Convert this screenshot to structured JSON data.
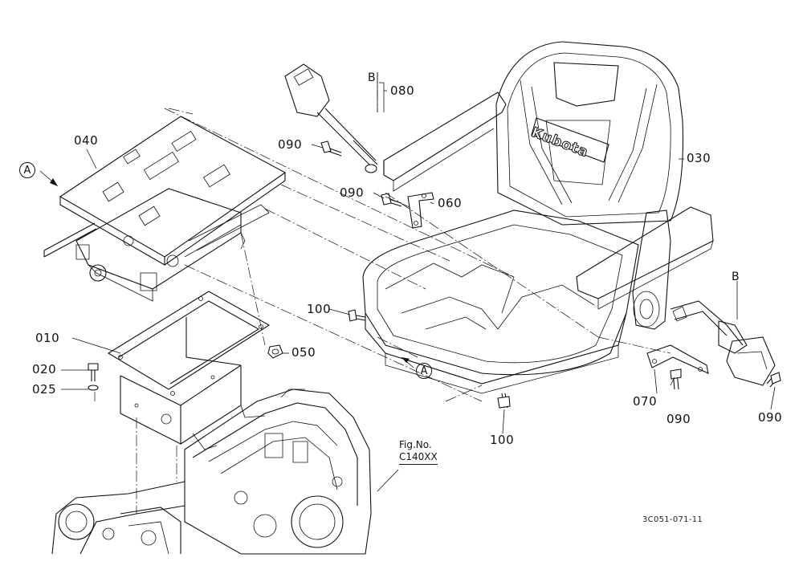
{
  "parts": {
    "p010": "010",
    "p020": "020",
    "p025": "025",
    "p030": "030",
    "p040": "040",
    "p050": "050",
    "p060": "060",
    "p070": "070",
    "p080": "080",
    "p090a": "090",
    "p090b": "090",
    "p090c": "090",
    "p090d": "090",
    "p100a": "100",
    "p100b": "100"
  },
  "refs": {
    "a_top": "A",
    "a_bottom": "A",
    "b_top": "B",
    "b_right": "B"
  },
  "brand_text": "Kubota",
  "fig_ref": {
    "label": "Fig.No.",
    "code": "C140XX"
  },
  "doc_id": "3C051-071-11"
}
